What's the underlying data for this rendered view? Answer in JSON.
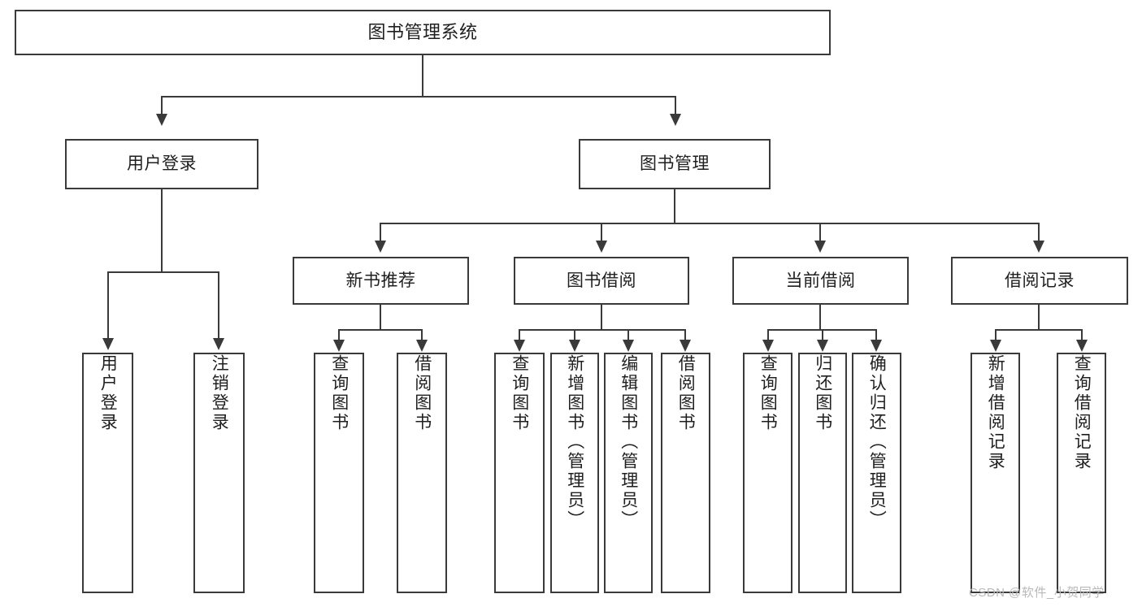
{
  "diagram": {
    "title": "图书管理系统",
    "type": "hierarchy-tree",
    "root": {
      "id": "root",
      "label": "图书管理系统"
    },
    "level2": [
      {
        "id": "user-login",
        "label": "用户登录"
      },
      {
        "id": "book-management",
        "label": "图书管理"
      }
    ],
    "level3": [
      {
        "id": "new-book-recommend",
        "label": "新书推荐",
        "parent": "book-management"
      },
      {
        "id": "book-borrow",
        "label": "图书借阅",
        "parent": "book-management"
      },
      {
        "id": "current-borrow",
        "label": "当前借阅",
        "parent": "book-management"
      },
      {
        "id": "borrow-record",
        "label": "借阅记录",
        "parent": "book-management"
      }
    ],
    "leaves": [
      {
        "id": "leaf-user-login",
        "label": "用户登录",
        "parent": "user-login"
      },
      {
        "id": "leaf-logout-login",
        "label": "注销登录",
        "parent": "user-login"
      },
      {
        "id": "leaf-query-book-1",
        "label": "查询图书",
        "parent": "new-book-recommend"
      },
      {
        "id": "leaf-borrow-book-1",
        "label": "借阅图书",
        "parent": "new-book-recommend"
      },
      {
        "id": "leaf-query-book-2",
        "label": "查询图书",
        "parent": "book-borrow"
      },
      {
        "id": "leaf-add-book",
        "label": "新增图书（管理员）",
        "parent": "book-borrow"
      },
      {
        "id": "leaf-edit-book",
        "label": "编辑图书（管理员）",
        "parent": "book-borrow"
      },
      {
        "id": "leaf-borrow-book-2",
        "label": "借阅图书",
        "parent": "book-borrow"
      },
      {
        "id": "leaf-query-book-3",
        "label": "查询图书",
        "parent": "current-borrow"
      },
      {
        "id": "leaf-return-book",
        "label": "归还图书",
        "parent": "current-borrow"
      },
      {
        "id": "leaf-confirm-return",
        "label": "确认归还（管理员）",
        "parent": "current-borrow"
      },
      {
        "id": "leaf-add-record",
        "label": "新增借阅记录",
        "parent": "borrow-record"
      },
      {
        "id": "leaf-query-record",
        "label": "查询借阅记录",
        "parent": "borrow-record"
      }
    ],
    "colors": {
      "stroke": "#3a3a3a",
      "fill": "#ffffff",
      "text": "#1f1f1f",
      "watermark": "#b9b9b9"
    }
  },
  "watermark": {
    "text": "CSDN @软件_小贺同学"
  }
}
